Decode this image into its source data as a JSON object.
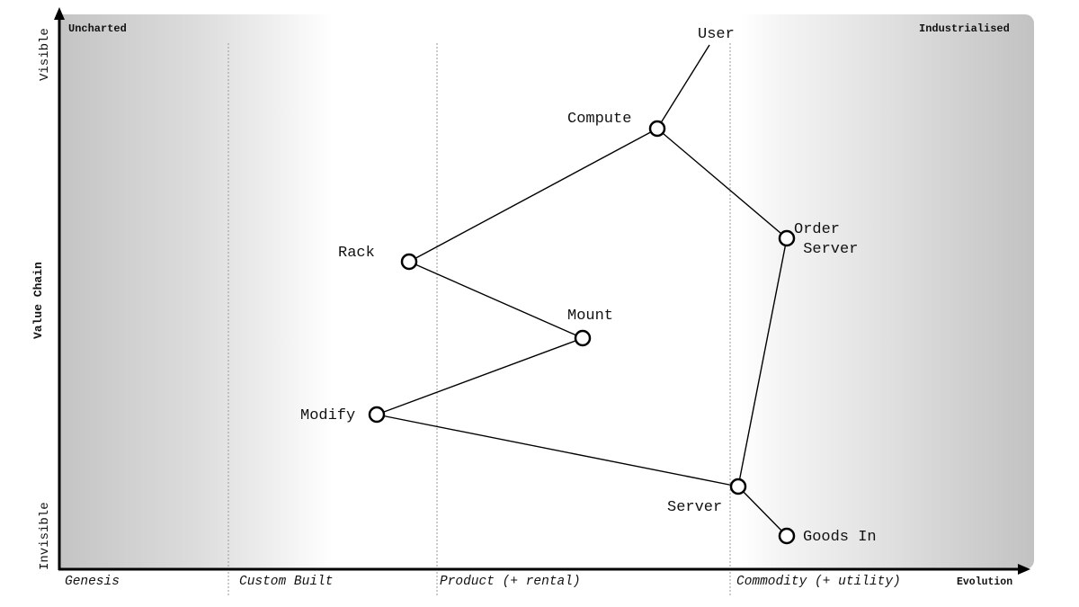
{
  "map": {
    "corners": {
      "top_left": "Uncharted",
      "top_right": "Industrialised"
    },
    "y_axis": {
      "top": "Visible",
      "middle": "Value Chain",
      "bottom": "Invisible"
    },
    "x_axis": {
      "title": "Evolution",
      "stages": [
        "Genesis",
        "Custom Built",
        "Product (+ rental)",
        "Commodity (+ utility)"
      ]
    },
    "components": [
      {
        "id": "user",
        "label": "User"
      },
      {
        "id": "compute",
        "label": "Compute"
      },
      {
        "id": "order-server",
        "label": "Order\n Server"
      },
      {
        "id": "rack",
        "label": "Rack"
      },
      {
        "id": "mount",
        "label": "Mount"
      },
      {
        "id": "modify",
        "label": "Modify"
      },
      {
        "id": "server",
        "label": "Server"
      },
      {
        "id": "goods-in",
        "label": "Goods In"
      }
    ],
    "links": [
      [
        "User",
        "Compute"
      ],
      [
        "Compute",
        "Rack"
      ],
      [
        "Compute",
        "Order Server"
      ],
      [
        "Rack",
        "Mount"
      ],
      [
        "Mount",
        "Modify"
      ],
      [
        "Modify",
        "Server"
      ],
      [
        "Order Server",
        "Server"
      ],
      [
        "Server",
        "Goods In"
      ]
    ]
  }
}
